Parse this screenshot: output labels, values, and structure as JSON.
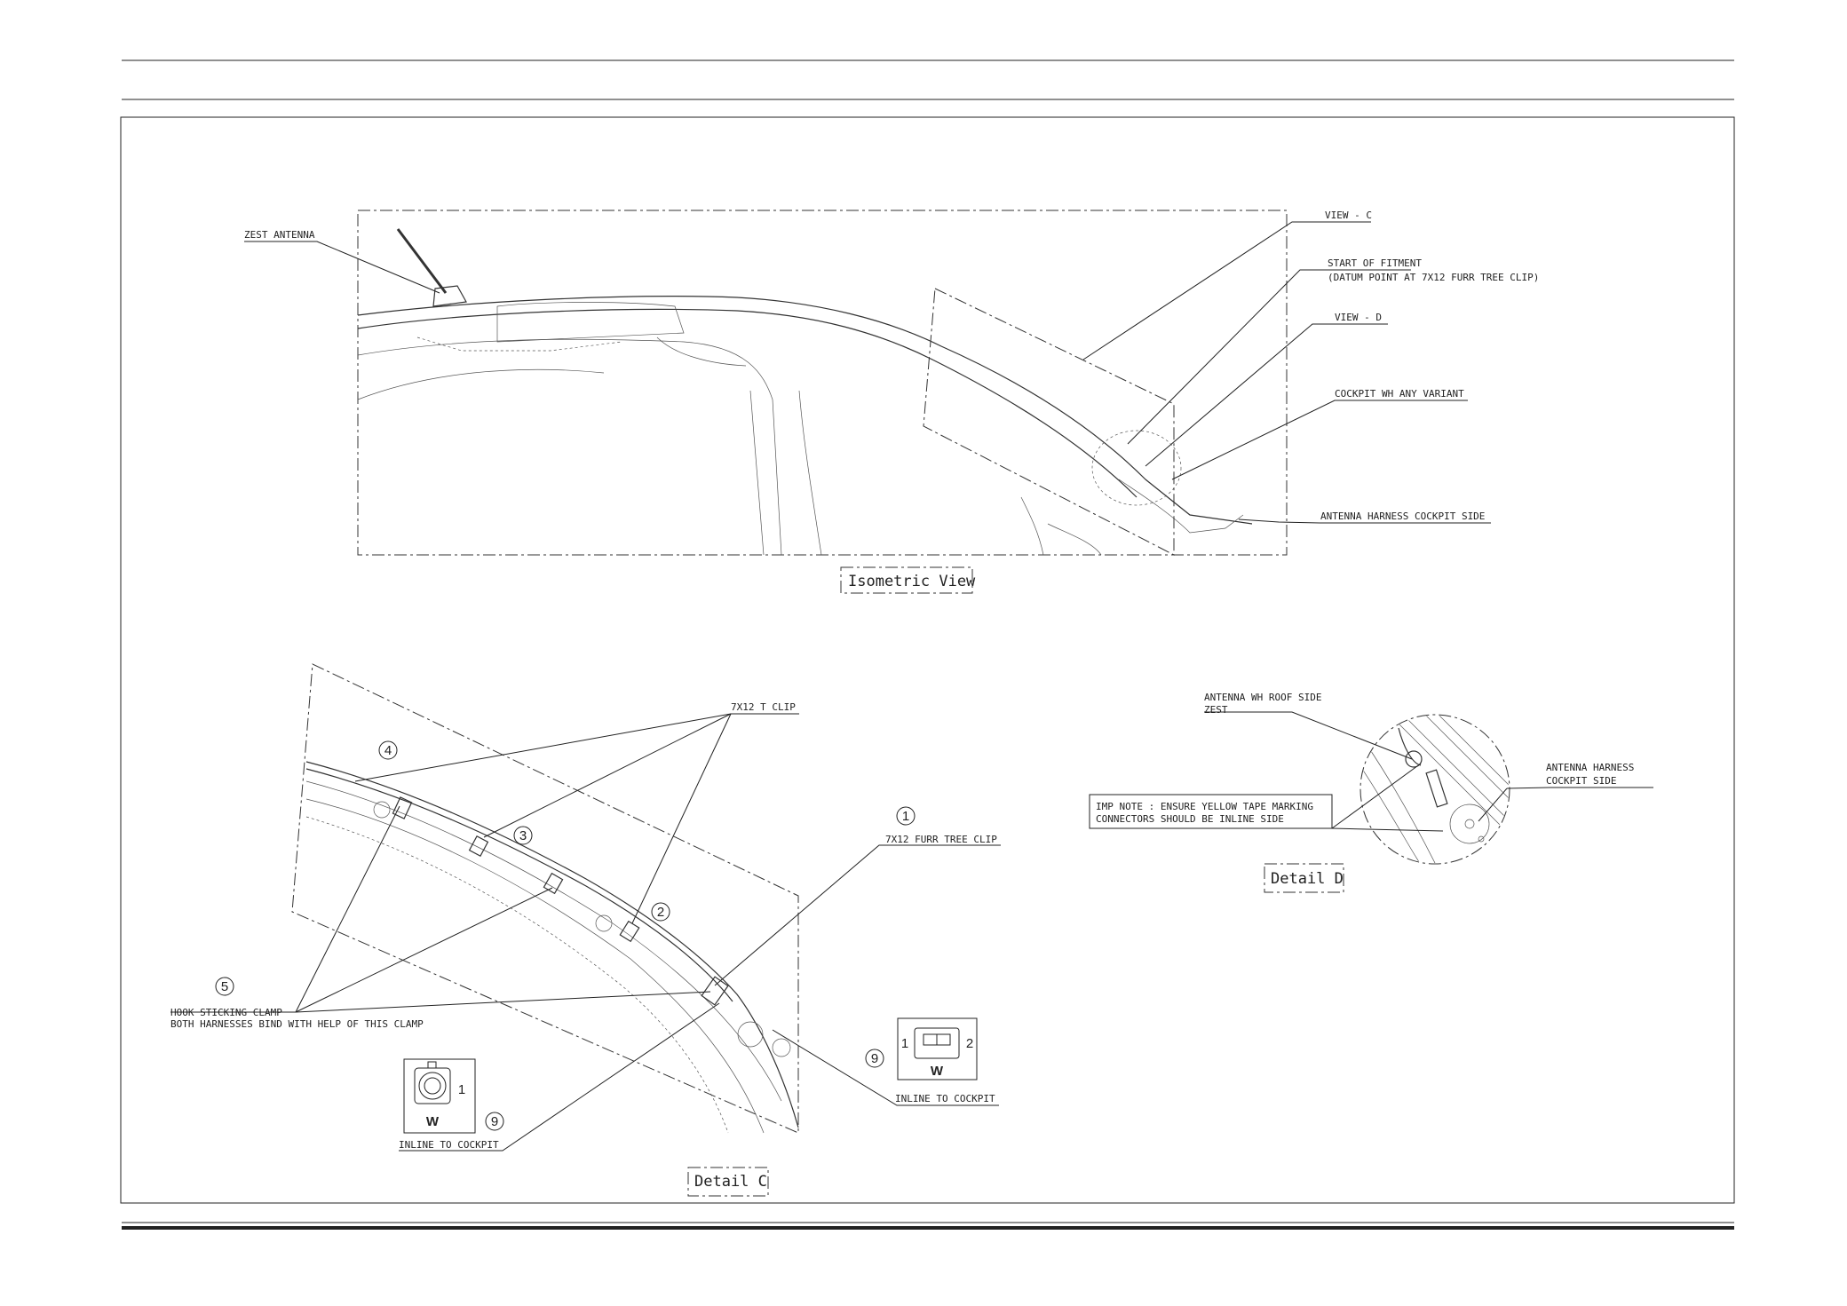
{
  "isometric_view": {
    "title": "Isometric View",
    "labels": {
      "zest_antenna": "ZEST ANTENNA",
      "view_c": "VIEW - C",
      "start_of_fitment": "START OF FITMENT",
      "datum_point": "(DATUM POINT AT 7X12 FURR TREE CLIP)",
      "view_d": "VIEW - D",
      "cockpit_wh": "COCKPIT WH ANY VARIANT",
      "antenna_harness": "ANTENNA HARNESS COCKPIT SIDE"
    }
  },
  "detail_c": {
    "title": "Detail C",
    "labels": {
      "t_clip": "7X12 T CLIP",
      "furr_tree_clip": "7X12 FURR TREE CLIP",
      "hook_clamp": "HOOK STICKING CLAMP",
      "hook_clamp_note": "BOTH HARNESSES BIND WITH HELP OF THIS CLAMP",
      "inline_left": "INLINE TO COCKPIT",
      "inline_right": "INLINE TO COCKPIT"
    },
    "balloons": [
      "1",
      "2",
      "3",
      "4",
      "5",
      "9",
      "9"
    ],
    "connector_left": {
      "pin": "1",
      "color_code": "W"
    },
    "connector_right": {
      "pin_a": "1",
      "pin_b": "2",
      "color_code": "W"
    }
  },
  "detail_d": {
    "title": "Detail D",
    "labels": {
      "roof_side_1": "ANTENNA WH ROOF SIDE",
      "roof_side_2": "ZEST",
      "cockpit_side_1": "ANTENNA HARNESS",
      "cockpit_side_2": "COCKPIT SIDE",
      "note_1": "IMP NOTE : ENSURE YELLOW TAPE MARKING",
      "note_2": "CONNECTORS SHOULD BE INLINE SIDE"
    }
  }
}
